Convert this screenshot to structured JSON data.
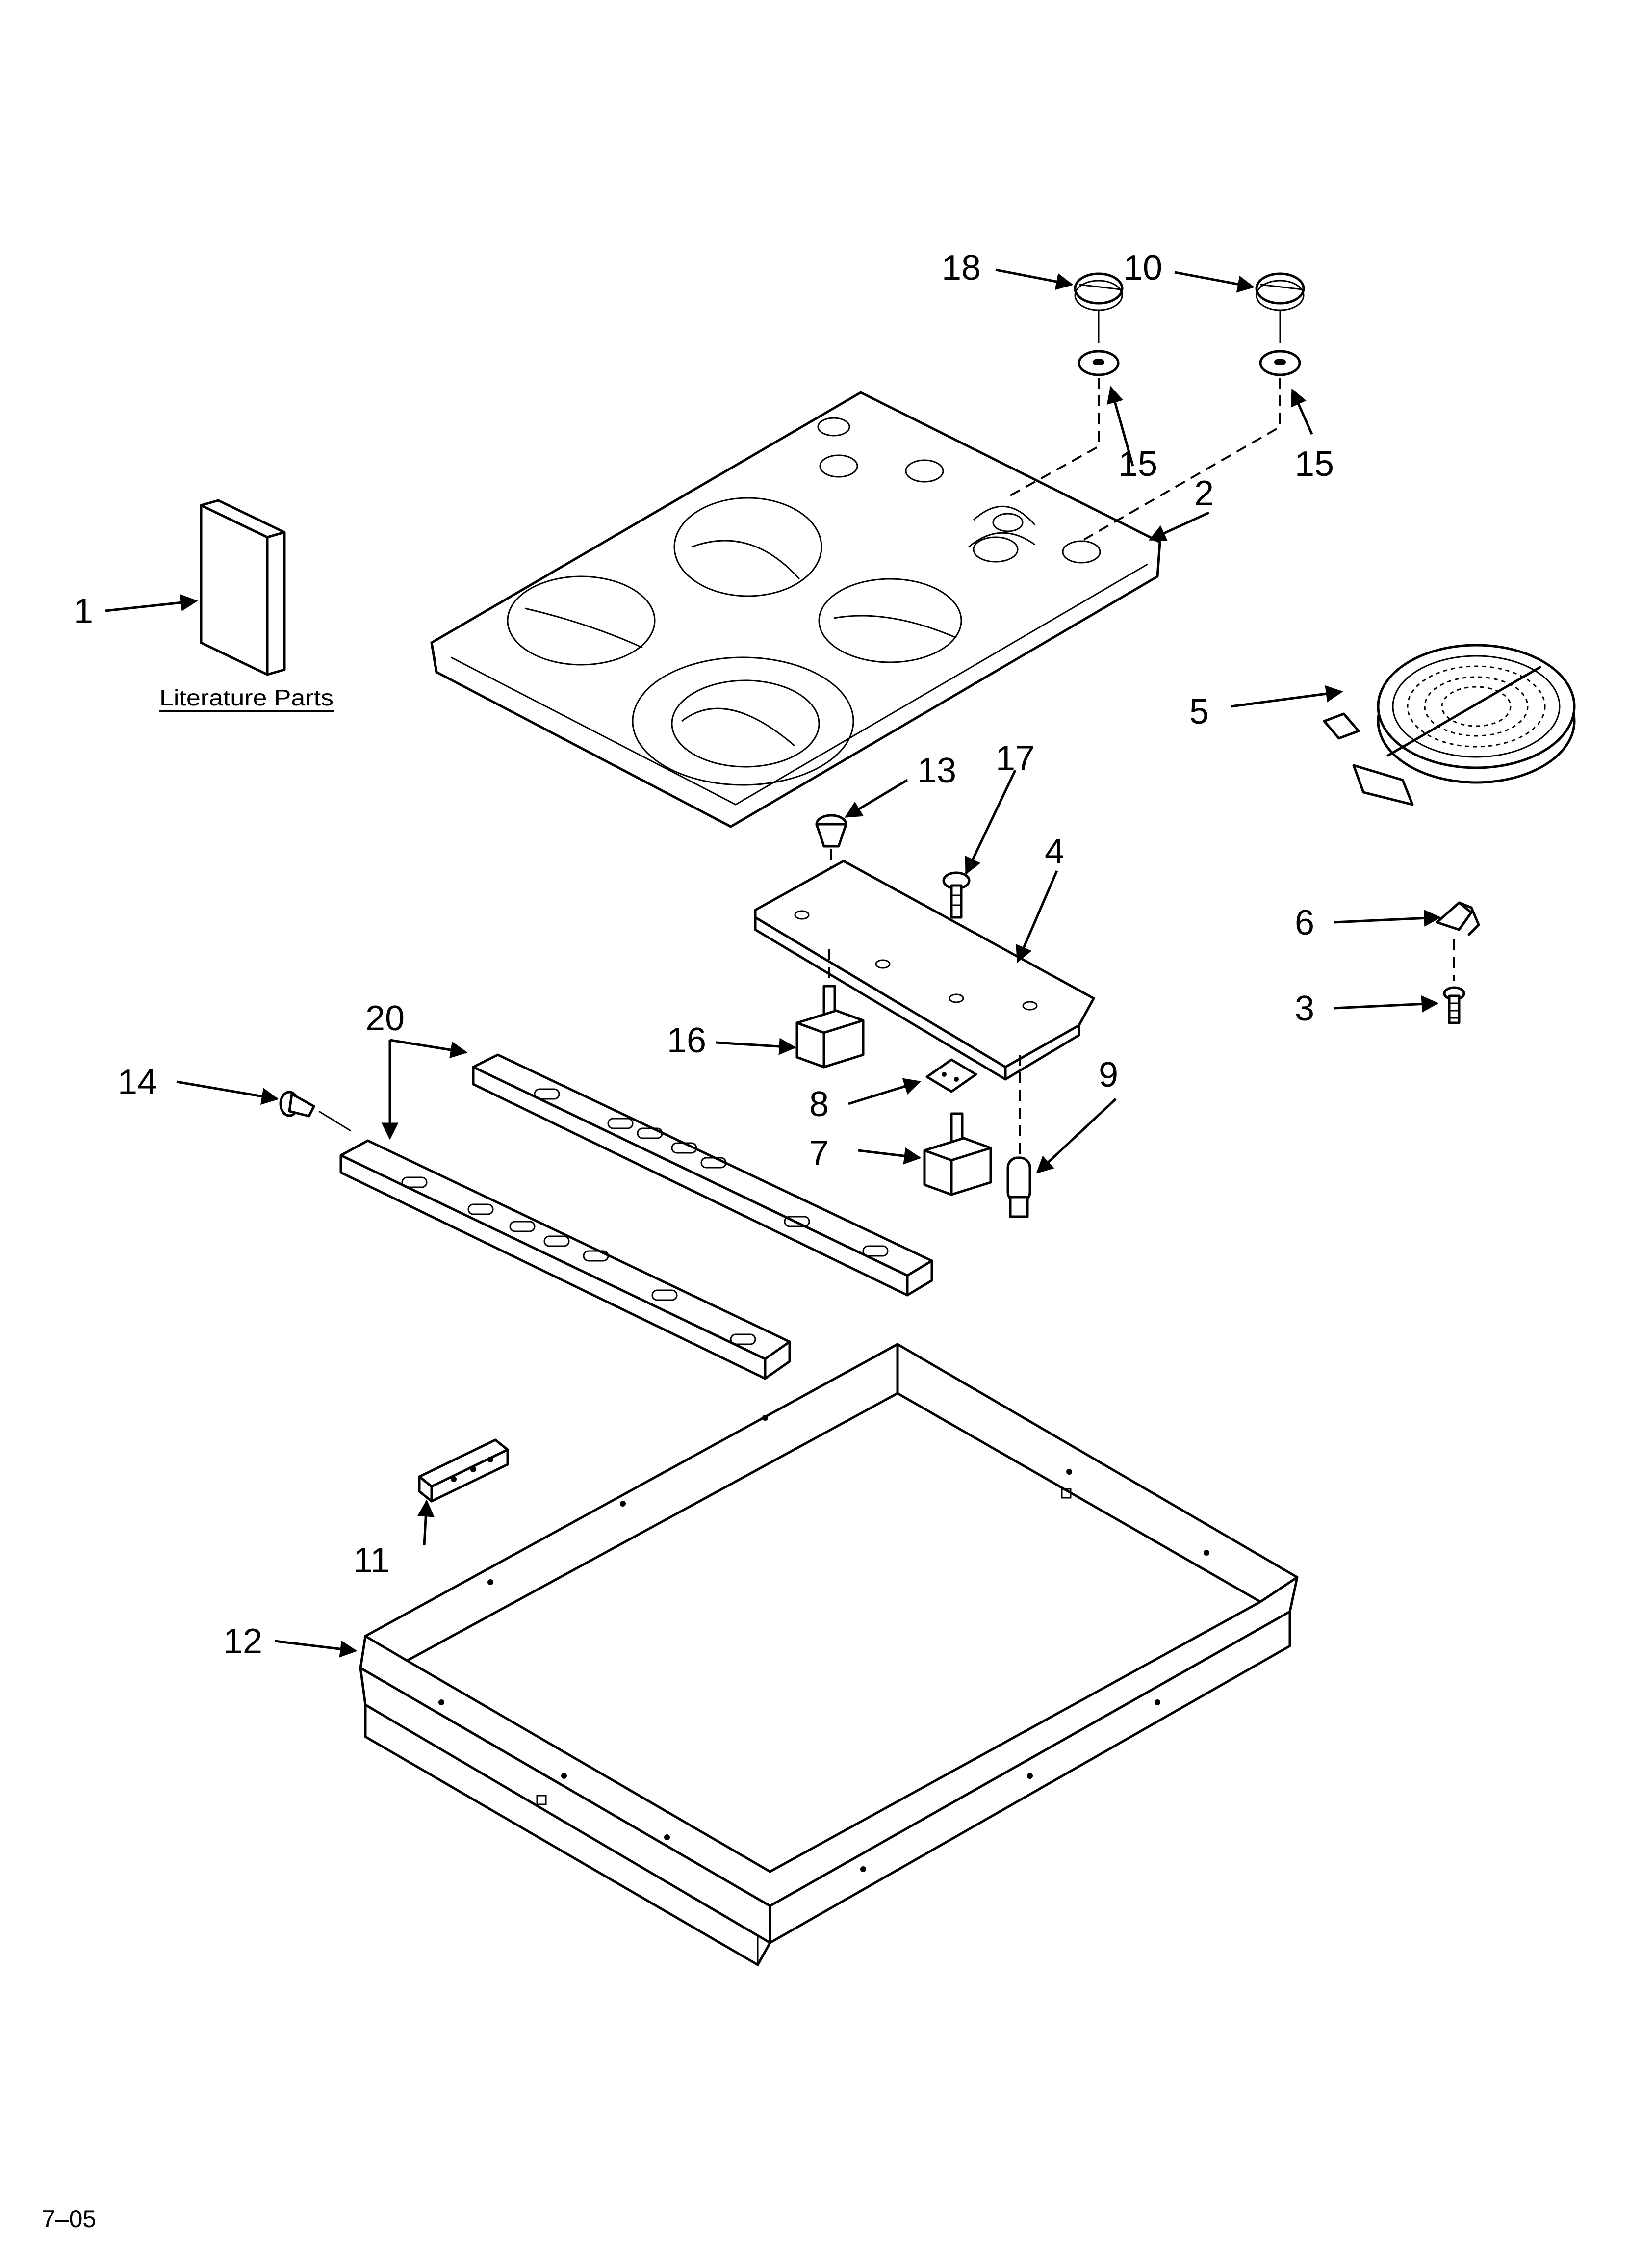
{
  "callouts": {
    "c1": "1",
    "c2": "2",
    "c3": "3",
    "c4": "4",
    "c5": "5",
    "c6": "6",
    "c7": "7",
    "c8": "8",
    "c9": "9",
    "c10": "10",
    "c11": "11",
    "c12": "12",
    "c13": "13",
    "c14": "14",
    "c15a": "15",
    "c15b": "15",
    "c16": "16",
    "c17": "17",
    "c18": "18",
    "c20": "20"
  },
  "literature_label": "Literature Parts",
  "footer_code": "7–05"
}
